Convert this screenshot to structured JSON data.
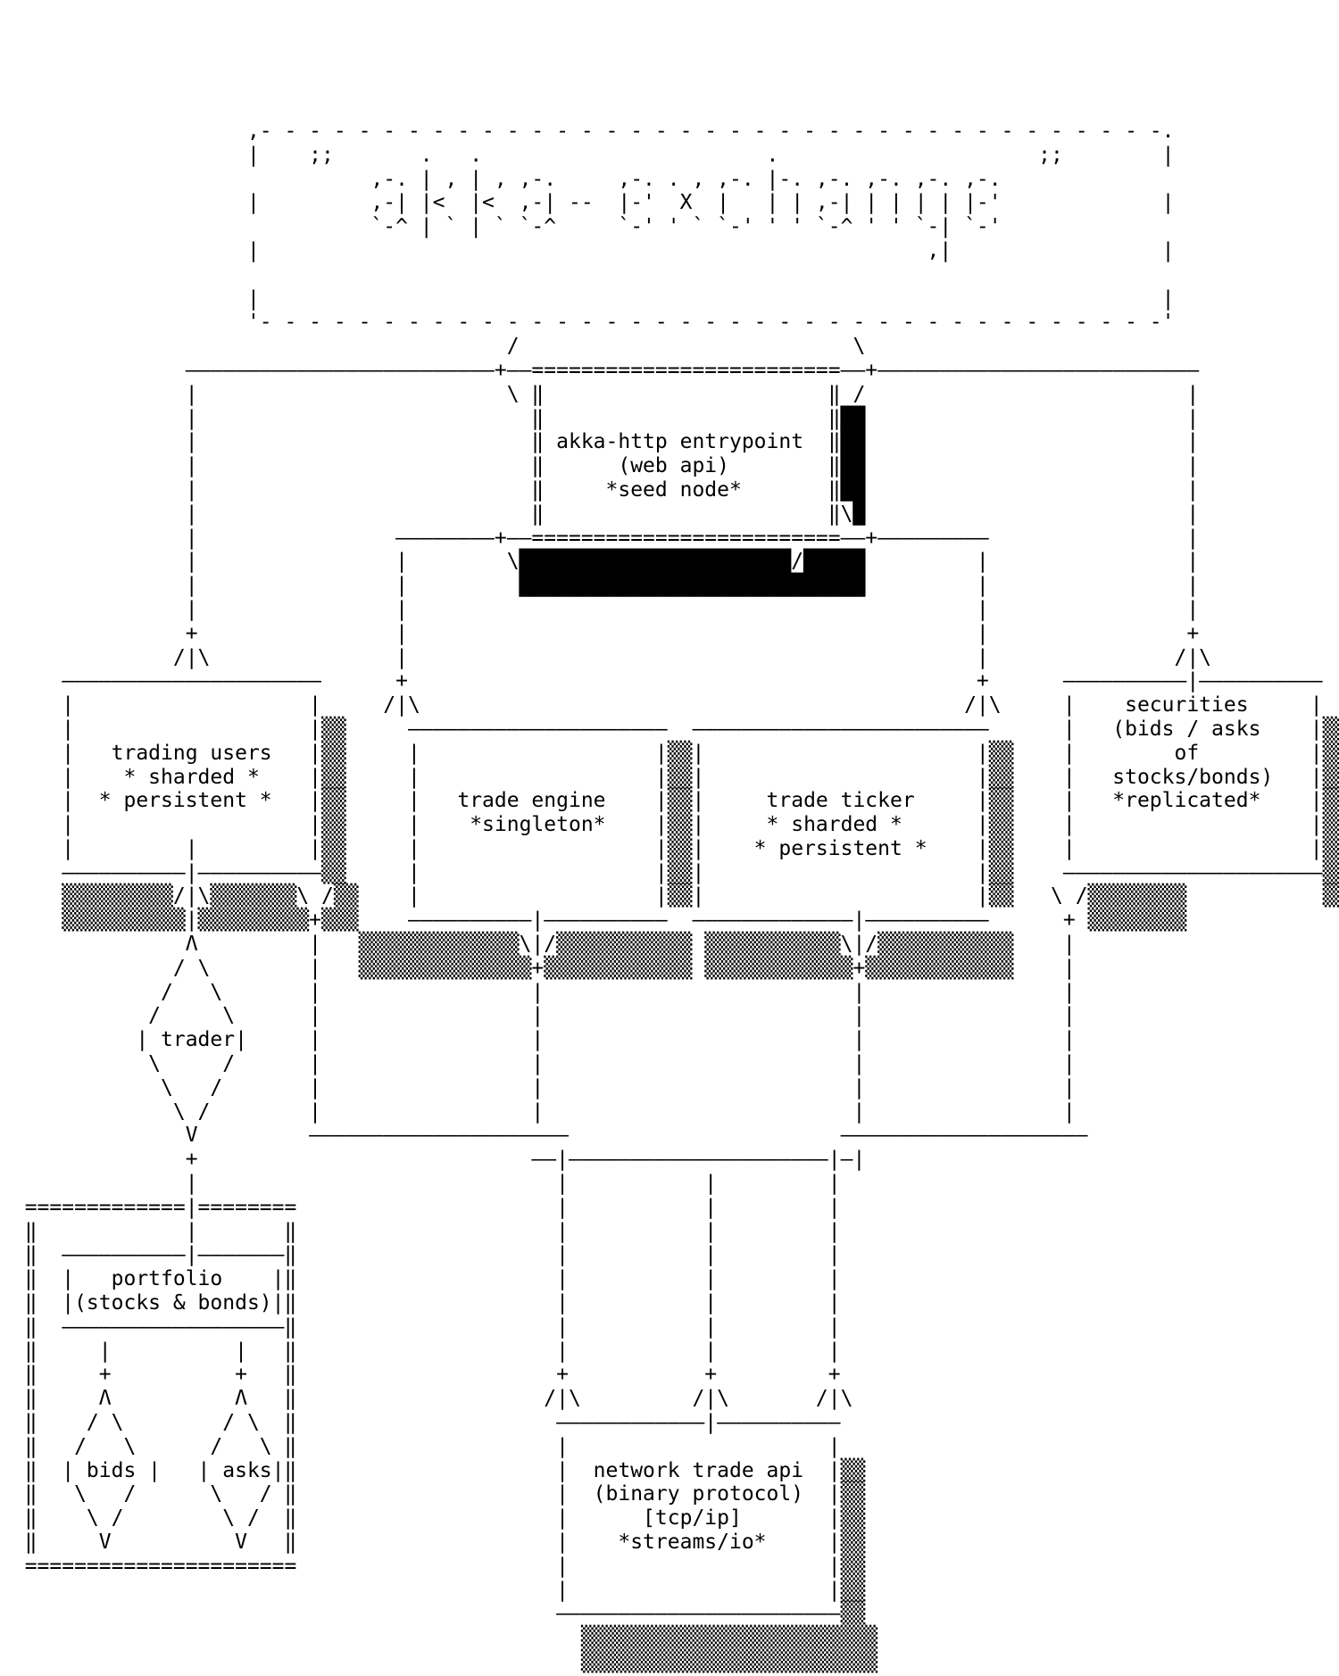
{
  "colors": {
    "foreground": "#000000",
    "background": "#ffffff"
  },
  "banner": {
    "title": "akka-exchange"
  },
  "nodes": {
    "entrypoint": {
      "label": "akka-http entrypoint",
      "sub1": "(web api)",
      "sub2": "*seed node*"
    },
    "trading_users": {
      "label": "trading users",
      "sub1": "* sharded *",
      "sub2": "* persistent *"
    },
    "trade_engine": {
      "label": "trade engine",
      "sub1": "*singleton*"
    },
    "trade_ticker": {
      "label": "trade ticker",
      "sub1": "* sharded *",
      "sub2": "* persistent *"
    },
    "securities": {
      "label": "securities",
      "sub1": "(bids / asks",
      "sub2": "of",
      "sub3": "stocks/bonds)",
      "sub4": "*replicated*"
    },
    "trader": {
      "label": "trader"
    },
    "portfolio": {
      "label": "portfolio",
      "sub1": "(stocks & bonds)"
    },
    "bids": {
      "label": "bids"
    },
    "asks": {
      "label": "asks"
    },
    "network_api": {
      "label": "network trade api",
      "sub1": "(binary protocol)",
      "sub2": "[tcp/ip]",
      "sub3": "*streams/io*"
    }
  },
  "ascii_lines": [
    "",
    "",
    "",
    "",
    "",
    "                    ,- - - - - - - - - - - - - - - - - - - - - - - - - - - - - - - - - - - - -.",
    "                    |    ;;       .   .                       .                     ;;        |",
    "                              ,-. | , | , ,-.     ,-. . , ,-. |-. ,-. ,-. ,-. ,-.",
    "                    |         ,-| |<  |<  ,-| --  |-'  X  |   | | ,-| | | | | |-'             |",
    "                              `-^ | ` | ` `-^     `-' ' ` `-' ' ' `-^ ' ' `-| `-'",
    "                    |                                                      ,|                 |",
    "",
    "                    |                                                                         |",
    "                    '- - - - - - - - - - - - - - - - - - - - - - - - - - - - - - - - - - - - -'",
    "                                         /                           \\",
    "               —————————————————————————+——=========================——+——————————————————————————",
    "               |                         \\ ‖                       ‖ /                          |",
    "               |                           ‖                       ‖██                          |",
    "               |                           ‖ akka-http entrypoint  ‖██                          |",
    "               |                           ‖      (web api)        ‖██                          |",
    "               |                           ‖     *seed node*       ‖██                          |",
    "               |                           ‖                       ‖\\█                          |",
    "               |                ————————+——=========================——+—————————                |",
    "               |                |        \\██████████████████████/█████         |                |",
    "               |                |         ████████████████████████████         |                |",
    "               |                |                                              |                |",
    "               +                |                                              |                +",
    "              /|\\               |                                              |               /|\\",
    "     —————————————————————      +                                              +      ——————————|——————————",
    "     |                   |     /|\\                                            /|\\     |    securities     |",
    "     |                   |▒▒     —————————————————————  ————————————————————————      |   (bids / asks    |▒▒",
    "     |   trading users   |▒▒     |                   |▒▒|                      |▒▒    |        of         |▒▒",
    "     |    * sharded *    |▒▒     |                   |▒▒|                      |▒▒    |   stocks/bonds)   |▒▒",
    "     |  * persistent *   |▒▒     |   trade engine    |▒▒|     trade ticker     |▒▒    |   *replicated*    |▒▒",
    "     |                   |▒▒     |    *singleton*    |▒▒|     * sharded *      |▒▒    |                   |▒▒",
    "     |         |         |▒▒     |                   |▒▒|    * persistent *    |▒▒    |                   |▒▒",
    "     ——————————|——————————▒▒     |                   |▒▒|                      |▒▒    —————————————————————▒▒",
    "     ▒▒▒▒▒▒▒▒▒/|\\▒▒▒▒▒▒▒\\ /▒▒    |                   |▒▒|                      |▒▒   \\ /▒▒▒▒▒▒▒▒           ▒▒",
    "     ▒▒▒▒▒▒▒▒▒▒|▒▒▒▒▒▒▒▒▒+▒▒▒    ——————————|——————————  —————————————|——————————      + ▒▒▒▒▒▒▒▒",
    "               Λ         |   ▒▒▒▒▒▒▒▒▒▒▒▒▒\\|/▒▒▒▒▒▒▒▒▒▒▒ ▒▒▒▒▒▒▒▒▒▒▒\\|/▒▒▒▒▒▒▒▒▒▒▒    |",
    "              / \\        |   ▒▒▒▒▒▒▒▒▒▒▒▒▒▒+▒▒▒▒▒▒▒▒▒▒▒▒ ▒▒▒▒▒▒▒▒▒▒▒▒+▒▒▒▒▒▒▒▒▒▒▒▒    |",
    "             /   \\       |                 |                         |                |",
    "            /     \\      |                 |                         |                |",
    "           | trader|     |                 |                         |                |",
    "            \\     /      |                 |                         |                |",
    "             \\   /       |                 |                         |                |",
    "              \\ /        |                 |                         |                |",
    "               V         —————————————————————                      ————————————————————",
    "               +                           ——|—————————————————————|—|",
    "               |                             |           |         |",
    "  =============|========                     |           |         |",
    "  ‖            |       ‖                     |           |         |",
    "  ‖  ——————————|———————‖                     |           |         |",
    "  ‖  |   portfolio    |‖                     |           |         |",
    "  ‖  |(stocks & bonds)|‖                     |           |         |",
    "  ‖  ——————————————————‖                     |           |         |",
    "  ‖     |          |   ‖                     |           |         |",
    "  ‖     +          +   ‖                     +           +         +",
    "  ‖     Λ          Λ   ‖                    /|\\         /|\\       /|\\",
    "  ‖    / \\        / \\  ‖                     ————————————|——————————",
    "  ‖   /   \\      /   \\ ‖                     |                     |",
    "  ‖  | bids |   | asks|‖                     |  network trade api  |▒▒",
    "  ‖   \\   /      \\   / ‖                     |  (binary protocol)  |▒▒",
    "  ‖    \\ /        \\ /  ‖                     |      [tcp/ip]       |▒▒",
    "  ‖     V          V   ‖                     |    *streams/io*     |▒▒",
    "  ======================                     |                     |▒▒",
    "                                             |                     |▒▒",
    "                                             ———————————————————————▒▒",
    "                                               ▒▒▒▒▒▒▒▒▒▒▒▒▒▒▒▒▒▒▒▒▒▒▒▒",
    "                                               ▒▒▒▒▒▒▒▒▒▒▒▒▒▒▒▒▒▒▒▒▒▒▒▒"
  ]
}
